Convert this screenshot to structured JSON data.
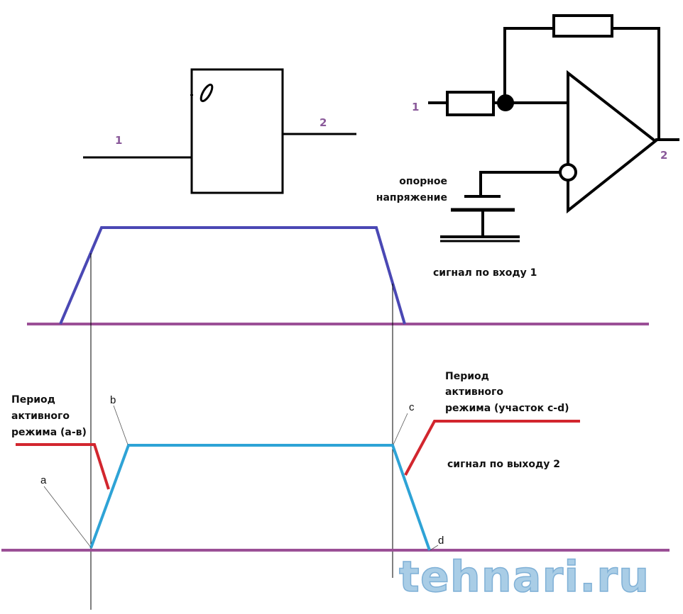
{
  "block": {
    "input_label": "1",
    "output_label": "2"
  },
  "opamp": {
    "input_label": "1",
    "output_label": "2",
    "reference_line1": "опорное",
    "reference_line2": "напряжение"
  },
  "input_signal": {
    "caption": "сигнал по входу 1"
  },
  "output_signal": {
    "caption": "сигнал по выходу 2"
  },
  "left_note": {
    "line1": "Период",
    "line2": "активного",
    "line3": "режима (а-в)"
  },
  "right_note": {
    "line1": "Период",
    "line2": "активного",
    "line3": "режима (участок c-d)"
  },
  "points": {
    "a": "a",
    "b": "b",
    "c": "c",
    "d": "d"
  },
  "watermark": "tehnari.ru",
  "colors": {
    "input_trace": "#4a48b4",
    "output_trace": "#2ea3d6",
    "active_period": "#d2262e",
    "baseline": "#9b4f96",
    "wire": "#000000"
  }
}
